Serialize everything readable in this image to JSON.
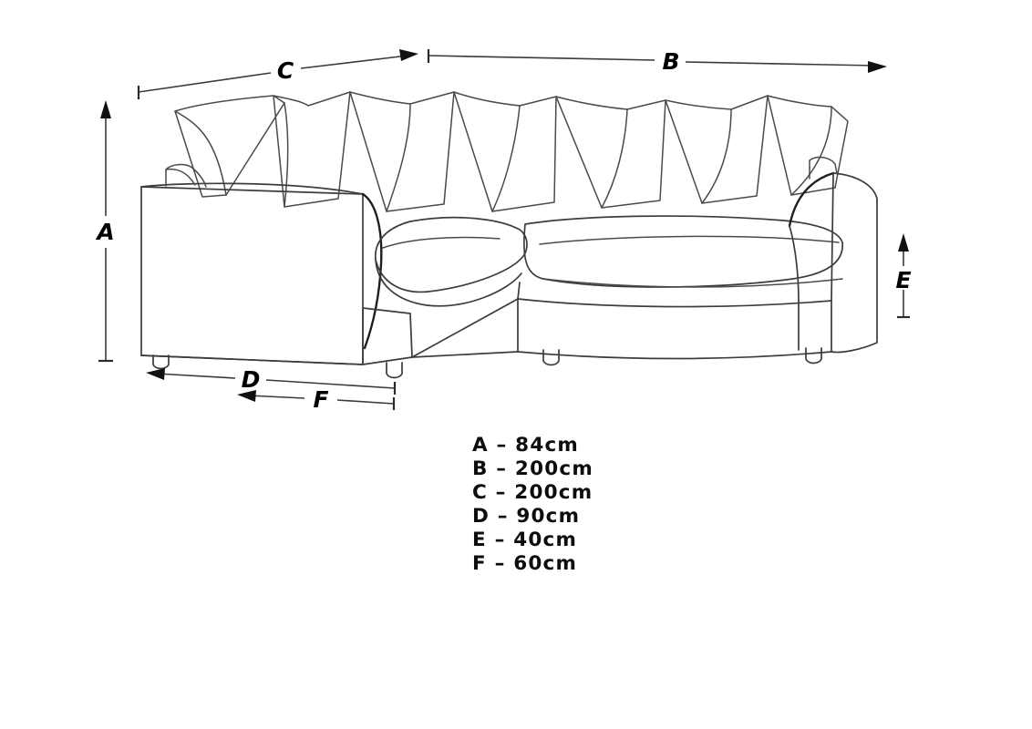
{
  "page": {
    "title": "Corner Sofa Dimensions Diagram",
    "background_color": "#ffffff",
    "line_color": "#3c3c3c",
    "text_color": "#000000"
  },
  "product": {
    "name": "Corner Sofa",
    "description": "Line-art technical illustration of a left-hand corner sofa with scatter back cushions",
    "back_cushion_count": 7,
    "seat_cushion_count": 3,
    "foot_count": 4
  },
  "dimension_markers": [
    {
      "key": "A",
      "orientation": "vertical",
      "arrow": "up",
      "tick": "bottom",
      "label": "A"
    },
    {
      "key": "B",
      "orientation": "horizontal",
      "arrow": "right",
      "tick": "left",
      "label": "B"
    },
    {
      "key": "C",
      "orientation": "diagonal",
      "arrow": "right",
      "tick": "left",
      "label": "C"
    },
    {
      "key": "D",
      "orientation": "diagonal",
      "arrow": "left",
      "tick": "right",
      "label": "D"
    },
    {
      "key": "E",
      "orientation": "vertical",
      "arrow": "up",
      "tick": "bottom",
      "label": "E"
    },
    {
      "key": "F",
      "orientation": "diagonal",
      "arrow": "left",
      "tick": "right",
      "label": "F"
    }
  ],
  "legend": {
    "separator": "–",
    "unit": "cm",
    "items": [
      {
        "key": "A",
        "value": "84",
        "text": "A – 84cm"
      },
      {
        "key": "B",
        "value": "200",
        "text": "B – 200cm"
      },
      {
        "key": "C",
        "value": "200",
        "text": "C – 200cm"
      },
      {
        "key": "D",
        "value": "90",
        "text": "D – 90cm"
      },
      {
        "key": "E",
        "value": "40",
        "text": "E – 40cm"
      },
      {
        "key": "F",
        "value": "60",
        "text": "F – 60cm"
      }
    ]
  }
}
